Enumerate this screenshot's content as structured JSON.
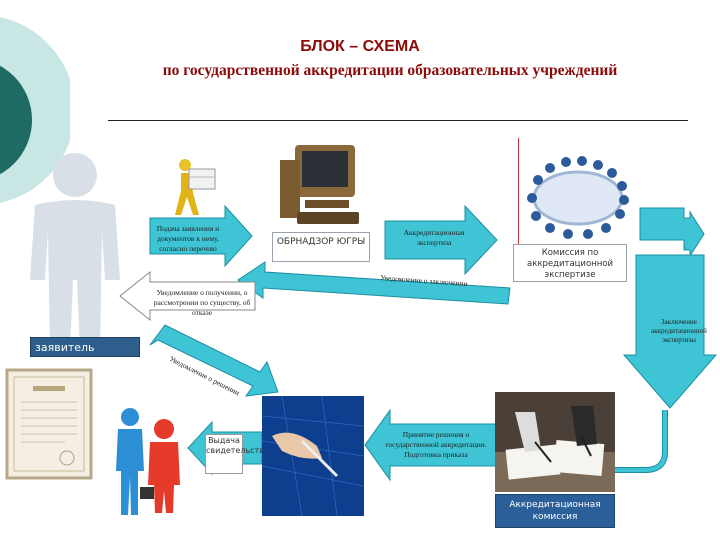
{
  "title": {
    "line1": "БЛОК – СХЕМА",
    "line2": "по государственной аккредитации образовательных учреждений"
  },
  "nodes": {
    "submission": "Подача заявления и документов к нему, согласно перечню",
    "regulator": "ОБРНАДЗОР ЮГРЫ",
    "expertise": "Аккредитационная экспертиза",
    "commission_expertise": "Комиссия по аккредитационной экспертизе",
    "conclusion": "Заключение аккредитационной экспертизы",
    "notify_receipt": "Уведомление о получении, о рассмотрении по существу, об отказе",
    "applicant": "заявитель",
    "issuance": "Выдача свидетельства",
    "decision": "Принятие решения о государственной аккредитации. Подготовка приказа",
    "accreditation_commission": "Аккредитационная комиссия"
  },
  "arrow_labels": {
    "notify_conclusion": "Уведомление о заключении",
    "notify_decision": "Уведомление о решении"
  },
  "colors": {
    "arrow_fill": "#3ec4d4",
    "arrow_stroke": "#1b8fa0",
    "title_color": "#8b0a0a",
    "deco_dark": "#1e6b64",
    "deco_light": "#c8e6e4",
    "applicant_box": "#2e5f8c"
  },
  "icons": [
    "person-silhouette-icon",
    "courier-with-box-icon",
    "computer-icon",
    "meeting-table-icon",
    "certificate-icon",
    "two-people-icon",
    "pen-hand-icon",
    "signing-documents-icon"
  ]
}
